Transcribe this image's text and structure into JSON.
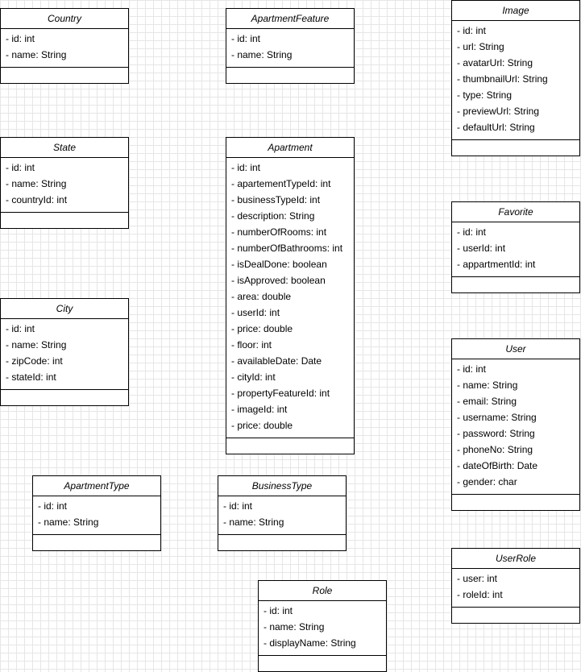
{
  "classes": [
    {
      "key": "country",
      "name": "Country",
      "attributes": [
        "- id: int",
        "- name: String"
      ]
    },
    {
      "key": "apartment-feature",
      "name": "ApartmentFeature",
      "attributes": [
        "- id: int",
        "- name: String"
      ]
    },
    {
      "key": "image",
      "name": "Image",
      "attributes": [
        "- id: int",
        "- url: String",
        "- avatarUrl: String",
        "- thumbnailUrl: String",
        "- type: String",
        "- previewUrl: String",
        "- defaultUrl: String"
      ]
    },
    {
      "key": "state",
      "name": "State",
      "attributes": [
        "- id: int",
        "- name: String",
        "- countryId: int"
      ]
    },
    {
      "key": "apartment",
      "name": "Apartment",
      "attributes": [
        "- id: int",
        "- apartementTypeId: int",
        "- businessTypeId: int",
        "- description: String",
        "- numberOfRooms: int",
        "- numberOfBathrooms: int",
        "- isDealDone: boolean",
        "- isApproved: boolean",
        "- area: double",
        "- userId: int",
        "- price: double",
        "- floor: int",
        "- availableDate: Date",
        "- cityId: int",
        "- propertyFeatureId: int",
        "- imageId: int",
        "- price: double"
      ]
    },
    {
      "key": "favorite",
      "name": "Favorite",
      "attributes": [
        "- id: int",
        "- userId: int",
        "- appartmentId: int"
      ]
    },
    {
      "key": "city",
      "name": "City",
      "attributes": [
        "- id: int",
        "- name: String",
        "- zipCode: int",
        "- stateId: int"
      ]
    },
    {
      "key": "user",
      "name": "User",
      "attributes": [
        "- id: int",
        "- name: String",
        "- email: String",
        "- username: String",
        "- password: String",
        "- phoneNo: String",
        "- dateOfBirth: Date",
        "- gender: char"
      ]
    },
    {
      "key": "apartment-type",
      "name": "ApartmentType",
      "attributes": [
        "- id: int",
        "- name: String"
      ]
    },
    {
      "key": "business-type",
      "name": "BusinessType",
      "attributes": [
        "- id: int",
        "- name: String"
      ]
    },
    {
      "key": "user-role",
      "name": "UserRole",
      "attributes": [
        "- user: int",
        "- roleId: int"
      ]
    },
    {
      "key": "role",
      "name": "Role",
      "attributes": [
        "- id: int",
        "- name: String",
        "- displayName: String"
      ]
    }
  ]
}
